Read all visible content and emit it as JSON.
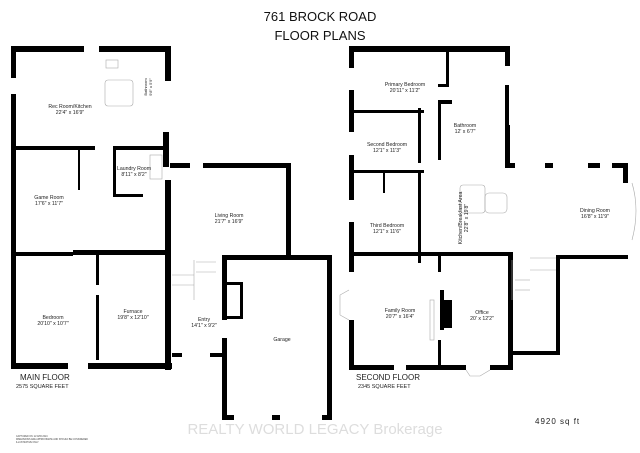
{
  "title": {
    "line1": "761 BROCK ROAD",
    "line2": "FLOOR PLANS"
  },
  "main_floor": {
    "label": "MAIN FLOOR",
    "area": "2575 SQUARE FEET",
    "rooms": [
      {
        "name": "Rec Room/Kitchen",
        "size": "22'4\" x 16'9\""
      },
      {
        "name": "Bathroom",
        "size": "9'8\" x 5'9\""
      },
      {
        "name": "Laundry Room",
        "size": "8'11\" x 8'2\""
      },
      {
        "name": "Game Room",
        "size": "17'6\" x 11'7\""
      },
      {
        "name": "Living Room",
        "size": "21'7\" x 16'9\""
      },
      {
        "name": "Bedroom",
        "size": "20'10\" x 10'7\""
      },
      {
        "name": "Furnace",
        "size": "19'8\" x 12'10\""
      },
      {
        "name": "Entry",
        "size": "14'1\" x 9'2\""
      },
      {
        "name": "Garage",
        "size": ""
      }
    ]
  },
  "second_floor": {
    "label": "SECOND FLOOR",
    "area": "2345 SQUARE FEET",
    "rooms": [
      {
        "name": "Primary Bedroom",
        "size": "20'11\" x 11'2\""
      },
      {
        "name": "Bathroom",
        "size": "12' x 6'7\""
      },
      {
        "name": "Second Bedroom",
        "size": "12'1\" x 11'3\""
      },
      {
        "name": "Third Bedroom",
        "size": "12'1\" x 11'6\""
      },
      {
        "name": "Kitchen/Breakfast Area",
        "size": "22'8\" x 19'8\""
      },
      {
        "name": "Dining Room",
        "size": "16'8\" x 11'9\""
      },
      {
        "name": "Family Room",
        "size": "20'7\" x 16'4\""
      },
      {
        "name": "Office",
        "size": "20' x 12'2\""
      }
    ]
  },
  "total_area": "4920 sq ft",
  "watermark": "REALTY WORLD LEGACY Brokerage",
  "disclaimer": {
    "line1": "CAPTURED ON: 22 APR 2024",
    "line2": "DIMENSIONS ARE APPROXIMATE AND SHOULD BE CONSIDERED",
    "line3": "ILLUSTRATIVE ONLY."
  }
}
